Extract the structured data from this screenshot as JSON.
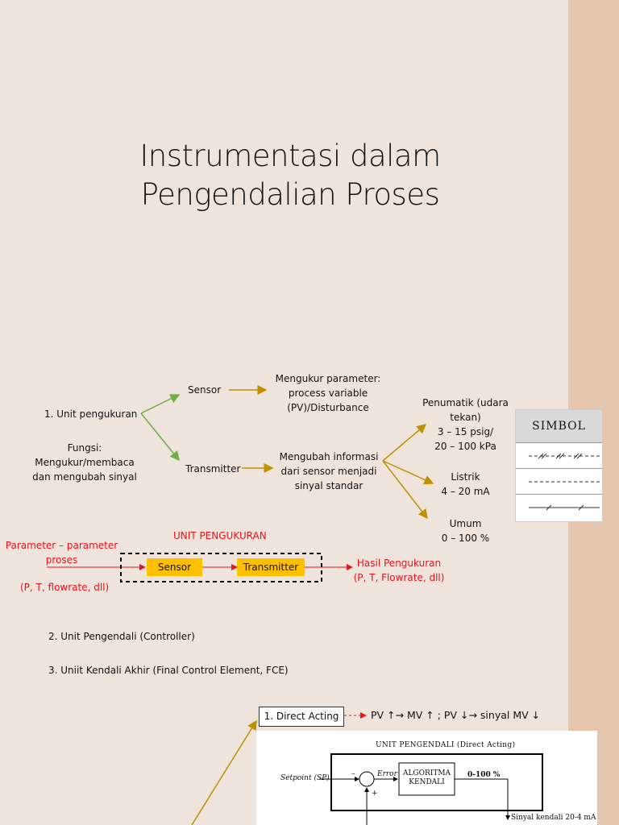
{
  "title": {
    "line1": "Instrumentasi dalam",
    "line2": "Pengendalian Proses"
  },
  "tree": {
    "unit": "1. Unit pengukuran",
    "fungsi": [
      "Fungsi:",
      "Mengukur/membaca",
      "dan mengubah sinyal"
    ],
    "sensor": "Sensor",
    "transmitter": "Transmitter",
    "sensor_desc": [
      "Mengukur parameter:",
      "process variable",
      "(PV)/Disturbance"
    ],
    "transmitter_desc": [
      "Mengubah informasi",
      "dari sensor menjadi",
      "sinyal standar"
    ],
    "pneumatic": [
      "Penumatik (udara",
      "tekan)",
      "3 – 15 psig/",
      "20 – 100 kPa"
    ],
    "electric": [
      "Listrik",
      "4 – 20 mA"
    ],
    "general": [
      "Umum",
      "0 – 100 %"
    ]
  },
  "simbol": {
    "header": "SIMBOL"
  },
  "measure": {
    "unit_label": "UNIT PENGUKURAN",
    "input": [
      "Parameter – parameter",
      "proses",
      "(P, T, flowrate, dll)"
    ],
    "sensor": "Sensor",
    "transmitter": "Transmitter",
    "output": [
      "Hasil Pengukuran",
      "(P, T, Flowrate, dll)"
    ]
  },
  "items": {
    "controller": "2. Unit Pengendali (Controller)",
    "fce": "3. Uniit Kendali Akhir (Final Control Element, FCE)"
  },
  "direct": {
    "label": "1. Direct Acting",
    "rule": "PV ↑→ MV ↑ ; PV ↓→  sinyal MV ↓"
  },
  "diagram": {
    "title": "UNIT PENGENDALI (Direct Acting)",
    "setpoint": "Setpoint (SP)",
    "minus": "–",
    "plus": "+",
    "error": "Error",
    "algo": [
      "ALGORITMA",
      "KENDALI"
    ],
    "range": "0-100 %",
    "signal": "Sinyal kendali 20-4 mA"
  },
  "colors": {
    "background": "#efe4dc",
    "strip": "#e5c6ad",
    "arrow_green": "#70ad47",
    "arrow_gold": "#bf9000",
    "accent_red": "#e8141b",
    "box_fill": "#ffc000"
  }
}
